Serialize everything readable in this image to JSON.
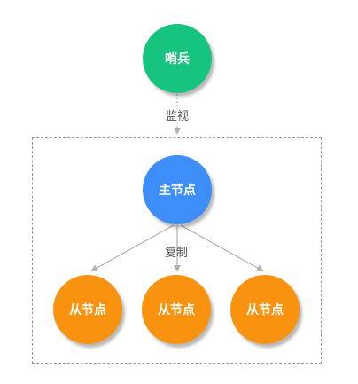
{
  "nodes": {
    "sentinel": {
      "label": "哨兵",
      "color": "#16c47f"
    },
    "master": {
      "label": "主节点",
      "color": "#3d8ef8"
    },
    "slaves": [
      {
        "label": "从节点",
        "color": "#f9930f"
      },
      {
        "label": "从节点",
        "color": "#f9930f"
      },
      {
        "label": "从节点",
        "color": "#f9930f"
      }
    ]
  },
  "edges": {
    "monitor_label": "监视",
    "replicate_label": "复制"
  },
  "colors": {
    "edge": "#b0b0b0",
    "box_border": "#9a9a9a"
  }
}
